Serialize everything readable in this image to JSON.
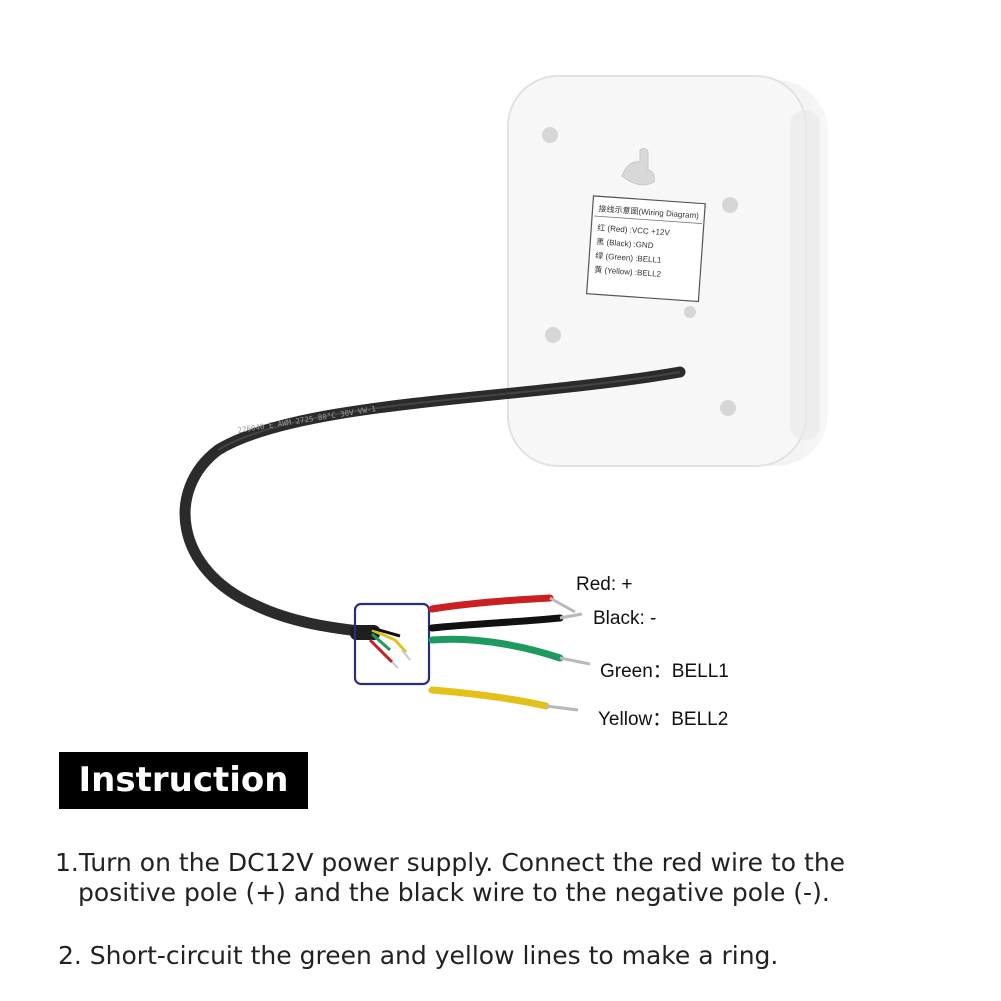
{
  "device_label": {
    "title": "接线示意图(Wiring Diagram)",
    "rows": [
      "红 (Red)    :VCC +12V",
      "黑 (Black)  :GND",
      "绿 (Green)  :BELL1",
      "黄 (Yellow) :BELL2"
    ]
  },
  "cable_text": "226040  E  AWM  2725  80°C  30V  VW-1",
  "wires": {
    "red": "Red: +",
    "black": "Black: -",
    "green": "Green：BELL1",
    "yellow": "Yellow：BELL2"
  },
  "wire_colors": {
    "red": "#cc1f1f",
    "black": "#111111",
    "green": "#1e9a60",
    "yellow": "#e2c21a",
    "cable": "#2b2b2b",
    "highlight_box": "#2a2f7a"
  },
  "instruction": {
    "heading": "Instruction",
    "step1_line1": "1.Turn on the DC12V power supply. Connect the red wire to the",
    "step1_line2": "positive pole (+) and the black wire to the negative pole (-).",
    "step2": "2. Short-circuit the green and yellow lines to make a ring."
  }
}
